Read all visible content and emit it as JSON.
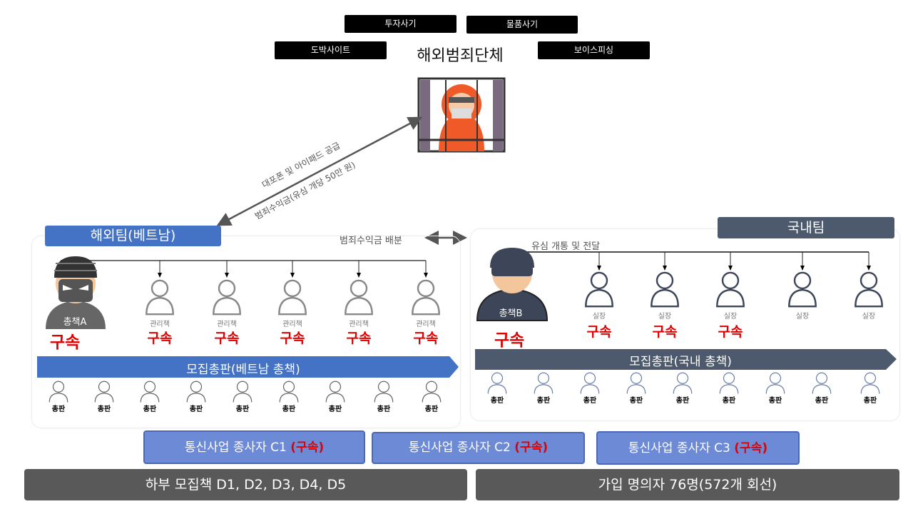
{
  "top": {
    "title": "해외범죄단체",
    "tags": [
      "투자사기",
      "물품사기",
      "도박사이트",
      "보이스피싱"
    ]
  },
  "arrow_labels": {
    "supply": "대포폰 및 아이패드 공급",
    "proceeds": "범죄수익금(유심 개당 50만 원)",
    "distribution": "범죄수익금 배분",
    "usim": "유심 개통 및 전달"
  },
  "overseas": {
    "label": "해외팀(베트남)",
    "leader": "총책A",
    "leader_status": "구속",
    "managers": [
      {
        "role": "관리책",
        "status": "구속"
      },
      {
        "role": "관리책",
        "status": "구속"
      },
      {
        "role": "관리책",
        "status": "구속"
      },
      {
        "role": "관리책",
        "status": "구속"
      },
      {
        "role": "관리책",
        "status": "구속"
      }
    ],
    "banner": "모집총판(베트남 총책)",
    "distributors": [
      "총판",
      "총판",
      "총판",
      "총판",
      "총판",
      "총판",
      "총판",
      "총판",
      "총판"
    ]
  },
  "domestic": {
    "label": "국내팀",
    "leader": "총책B",
    "leader_status": "구속",
    "managers": [
      {
        "role": "실장",
        "status": "구속"
      },
      {
        "role": "실장",
        "status": "구속"
      },
      {
        "role": "실장",
        "status": "구속"
      },
      {
        "role": "실장",
        "status": ""
      },
      {
        "role": "실장",
        "status": ""
      }
    ],
    "banner": "모집총판(국내 총책)",
    "distributors": [
      "총판",
      "총판",
      "총판",
      "총판",
      "총판",
      "총판",
      "총판",
      "총판",
      "총판"
    ]
  },
  "telecom": [
    {
      "name": "통신사업 종사자 C1",
      "status": "(구속)"
    },
    {
      "name": "통신사업 종사자 C2",
      "status": "(구속)"
    },
    {
      "name": "통신사업 종사자 C3",
      "status": "(구속)"
    }
  ],
  "bottom": {
    "left": "하부 모집책 D1, D2, D3, D4, D5",
    "right": "가입 명의자 76명(572개 회선)"
  },
  "colors": {
    "overseas": "#4472c4",
    "domestic": "#4d5a6e",
    "arrest": "#e00000",
    "bottom": "#595959"
  }
}
